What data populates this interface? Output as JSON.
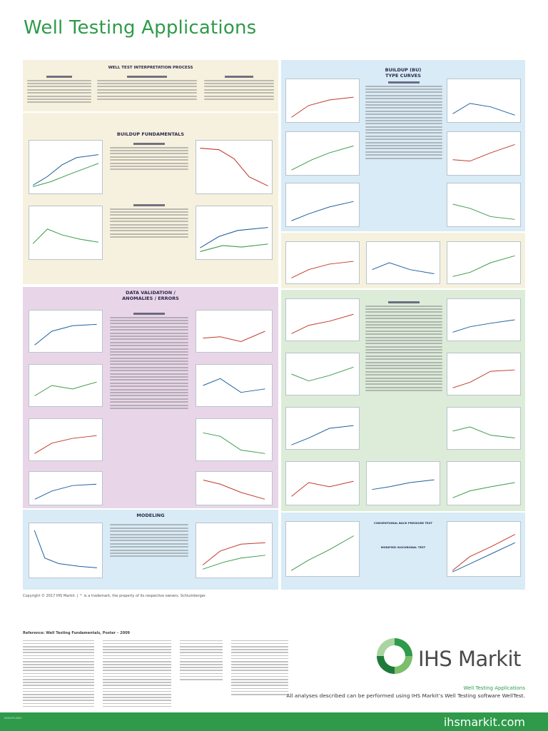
{
  "page": {
    "title": "Well Testing Applications"
  },
  "sections": {
    "interpretation": "WELL TEST INTERPRETATION PROCESS",
    "buildup_fundamentals": "BUILDUP FUNDAMENTALS",
    "data_validation_line1": "DATA VALIDATION /",
    "data_validation_line2": "ANOMALIES / ERRORS",
    "modeling": "MODELING",
    "buildup_type_curves_line1": "BUILDUP (BU)",
    "buildup_type_curves_line2": "TYPE CURVES",
    "conventional_bu": "CONVENTIONAL BACK PRESSURE TEST",
    "modified_isochronal": "MODIFIED ISOCHRONAL TEST"
  },
  "footer": {
    "copyright": "Copyright © 2017 IHS Markit.   |   ™ is a trademark, the property of its respective owners. Schlumberger.",
    "reference": "Reference: Well Testing Fundamentals, Poster – 2009",
    "brand": "IHS Markit",
    "tag_title": "Well Testing Applications",
    "tag_line": "All analyses described can be performed using IHS Markit’s Well Testing software WellTest.",
    "url": "ihsmarkit.com",
    "code": "0000-PG-0617"
  },
  "colors": {
    "brand_green": "#2e9a4a",
    "panel_beige": "#f6f1de",
    "panel_blue": "#d8ebf6",
    "panel_purple": "#e8d6e8",
    "panel_green": "#dcecd9"
  }
}
